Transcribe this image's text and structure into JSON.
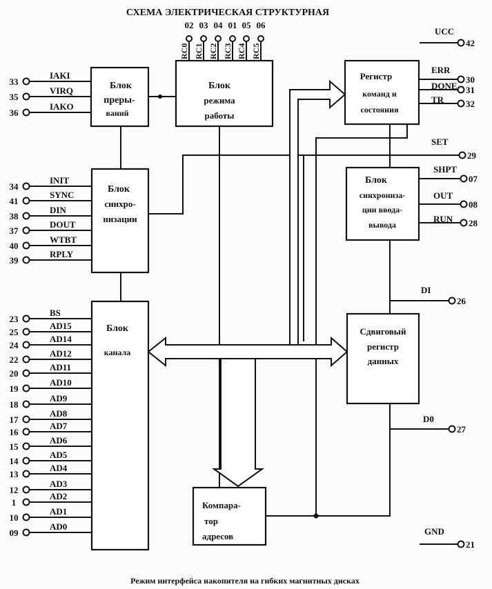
{
  "title": "СХЕМА ЭЛЕКТРИЧЕСКАЯ СТРУКТУРНАЯ",
  "caption": "Режим интерфейса накопителя на гибких магнитных дисках",
  "blocks": {
    "interrupt": [
      "Блок",
      "преры-",
      "ваний"
    ],
    "mode": [
      "Блок",
      "режима",
      "работы"
    ],
    "command_register": [
      "Регистр",
      "команд и",
      "состояния"
    ],
    "sync": [
      "Блок",
      "синхро-",
      "низации"
    ],
    "io_sync": [
      "Блок",
      "синхрониза-",
      "ции ввода-",
      "вывода"
    ],
    "channel": [
      "Блок",
      "канала"
    ],
    "shift_register": [
      "Сдвиговый",
      "регистр",
      "данных"
    ],
    "comparator": [
      "Компара-",
      "тор",
      "адресов"
    ]
  },
  "mode_pins": [
    {
      "signal": "RC0",
      "pin": "02"
    },
    {
      "signal": "RC1",
      "pin": "03"
    },
    {
      "signal": "RC2",
      "pin": "04"
    },
    {
      "signal": "RC3",
      "pin": "01"
    },
    {
      "signal": "RC4",
      "pin": "05"
    },
    {
      "signal": "RC5",
      "pin": "06"
    }
  ],
  "left_pins": [
    {
      "pin": "33",
      "signal": "IAKI"
    },
    {
      "pin": "35",
      "signal": "VIRQ"
    },
    {
      "pin": "36",
      "signal": "IAKO"
    },
    {
      "pin": "34",
      "signal": "INIT"
    },
    {
      "pin": "41",
      "signal": "SYNC"
    },
    {
      "pin": "38",
      "signal": "DIN"
    },
    {
      "pin": "37",
      "signal": "DOUT"
    },
    {
      "pin": "40",
      "signal": "WTBT"
    },
    {
      "pin": "39",
      "signal": "RPLY"
    },
    {
      "pin": "23",
      "signal": "BS"
    },
    {
      "pin": "25",
      "signal": "AD15"
    },
    {
      "pin": "24",
      "signal": "AD14"
    },
    {
      "pin": "22",
      "signal": "AD12"
    },
    {
      "pin": "20",
      "signal": "AD11"
    },
    {
      "pin": "19",
      "signal": "AD10"
    },
    {
      "pin": "18",
      "signal": "AD9"
    },
    {
      "pin": "17",
      "signal": "AD8"
    },
    {
      "pin": "16",
      "signal": "AD7"
    },
    {
      "pin": "15",
      "signal": "AD6"
    },
    {
      "pin": "14",
      "signal": "AD5"
    },
    {
      "pin": "13",
      "signal": "AD4"
    },
    {
      "pin": "12",
      "signal": "AD3"
    },
    {
      "pin": "1",
      "signal": "AD2"
    },
    {
      "pin": "10",
      "signal": "AD1"
    },
    {
      "pin": "09",
      "signal": "AD0"
    }
  ],
  "right_pins": [
    {
      "signal": "UCC",
      "pin": "42"
    },
    {
      "signal": "ERR",
      "pin": "30"
    },
    {
      "signal": "DONE",
      "pin": "31"
    },
    {
      "signal": "TR",
      "pin": "32"
    },
    {
      "signal": "SET",
      "pin": "29"
    },
    {
      "signal": "SHPT",
      "pin": "07"
    },
    {
      "signal": "OUT",
      "pin": "08"
    },
    {
      "signal": "RUN",
      "pin": "28"
    },
    {
      "signal": "DI",
      "pin": "26"
    },
    {
      "signal": "D0",
      "pin": "27"
    },
    {
      "signal": "GND",
      "pin": "21"
    }
  ]
}
